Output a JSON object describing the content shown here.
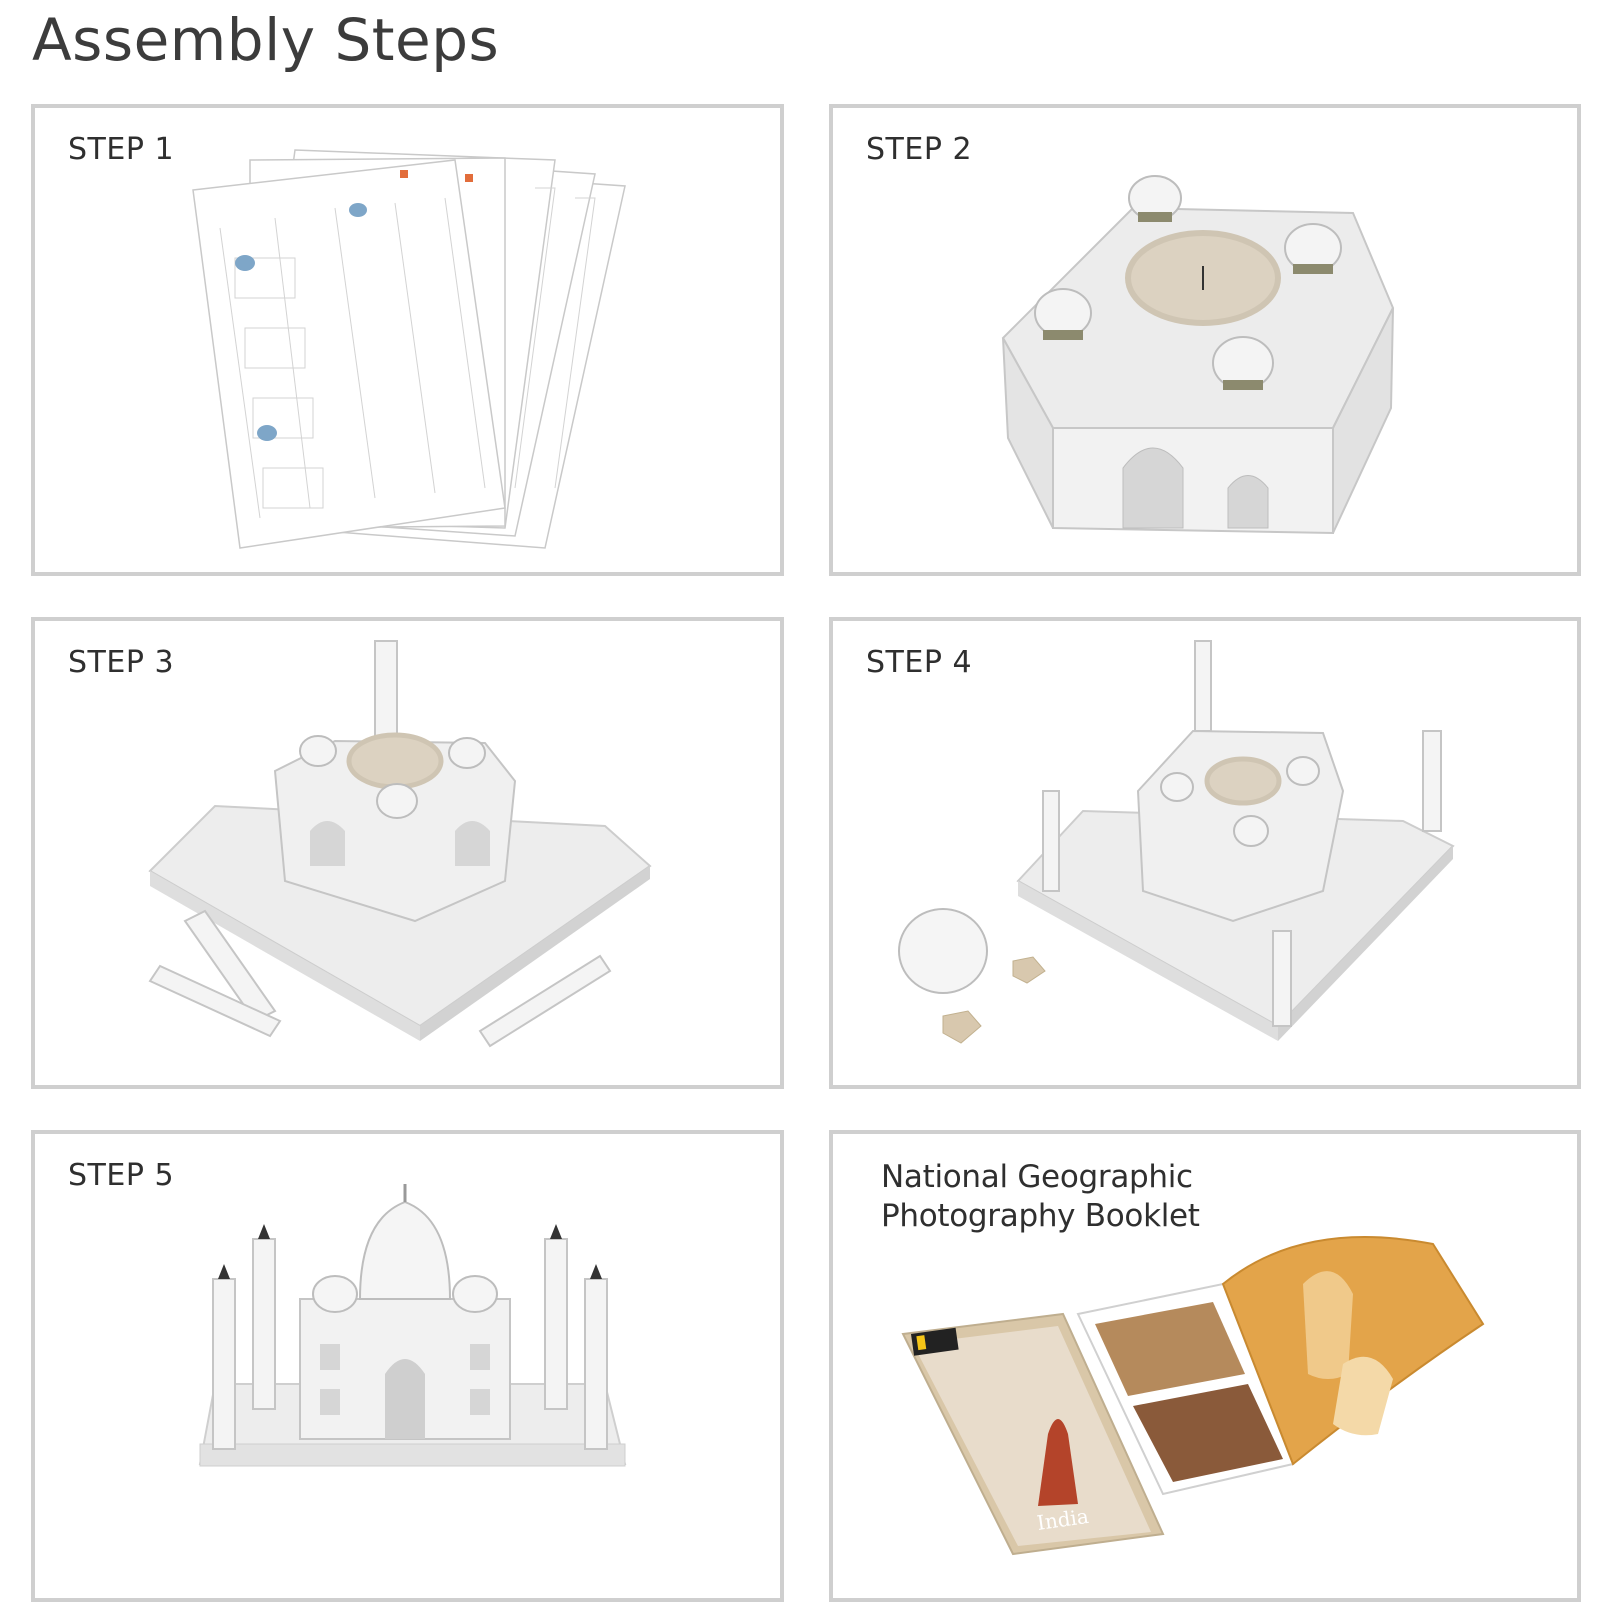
{
  "page": {
    "title": "Assembly Steps"
  },
  "steps": [
    {
      "label": "STEP 1"
    },
    {
      "label": "STEP 2"
    },
    {
      "label": "STEP 3"
    },
    {
      "label": "STEP 4"
    },
    {
      "label": "STEP 5"
    }
  ],
  "booklet": {
    "line1": "National Geographic",
    "line2": "Photography Booklet",
    "cover_text": "India"
  },
  "colors": {
    "panel_border": "#cfcfcf",
    "model_white": "#f1f1f1",
    "roof_beige": "#dcd2c1",
    "booklet_orange": "#e3a44a"
  }
}
